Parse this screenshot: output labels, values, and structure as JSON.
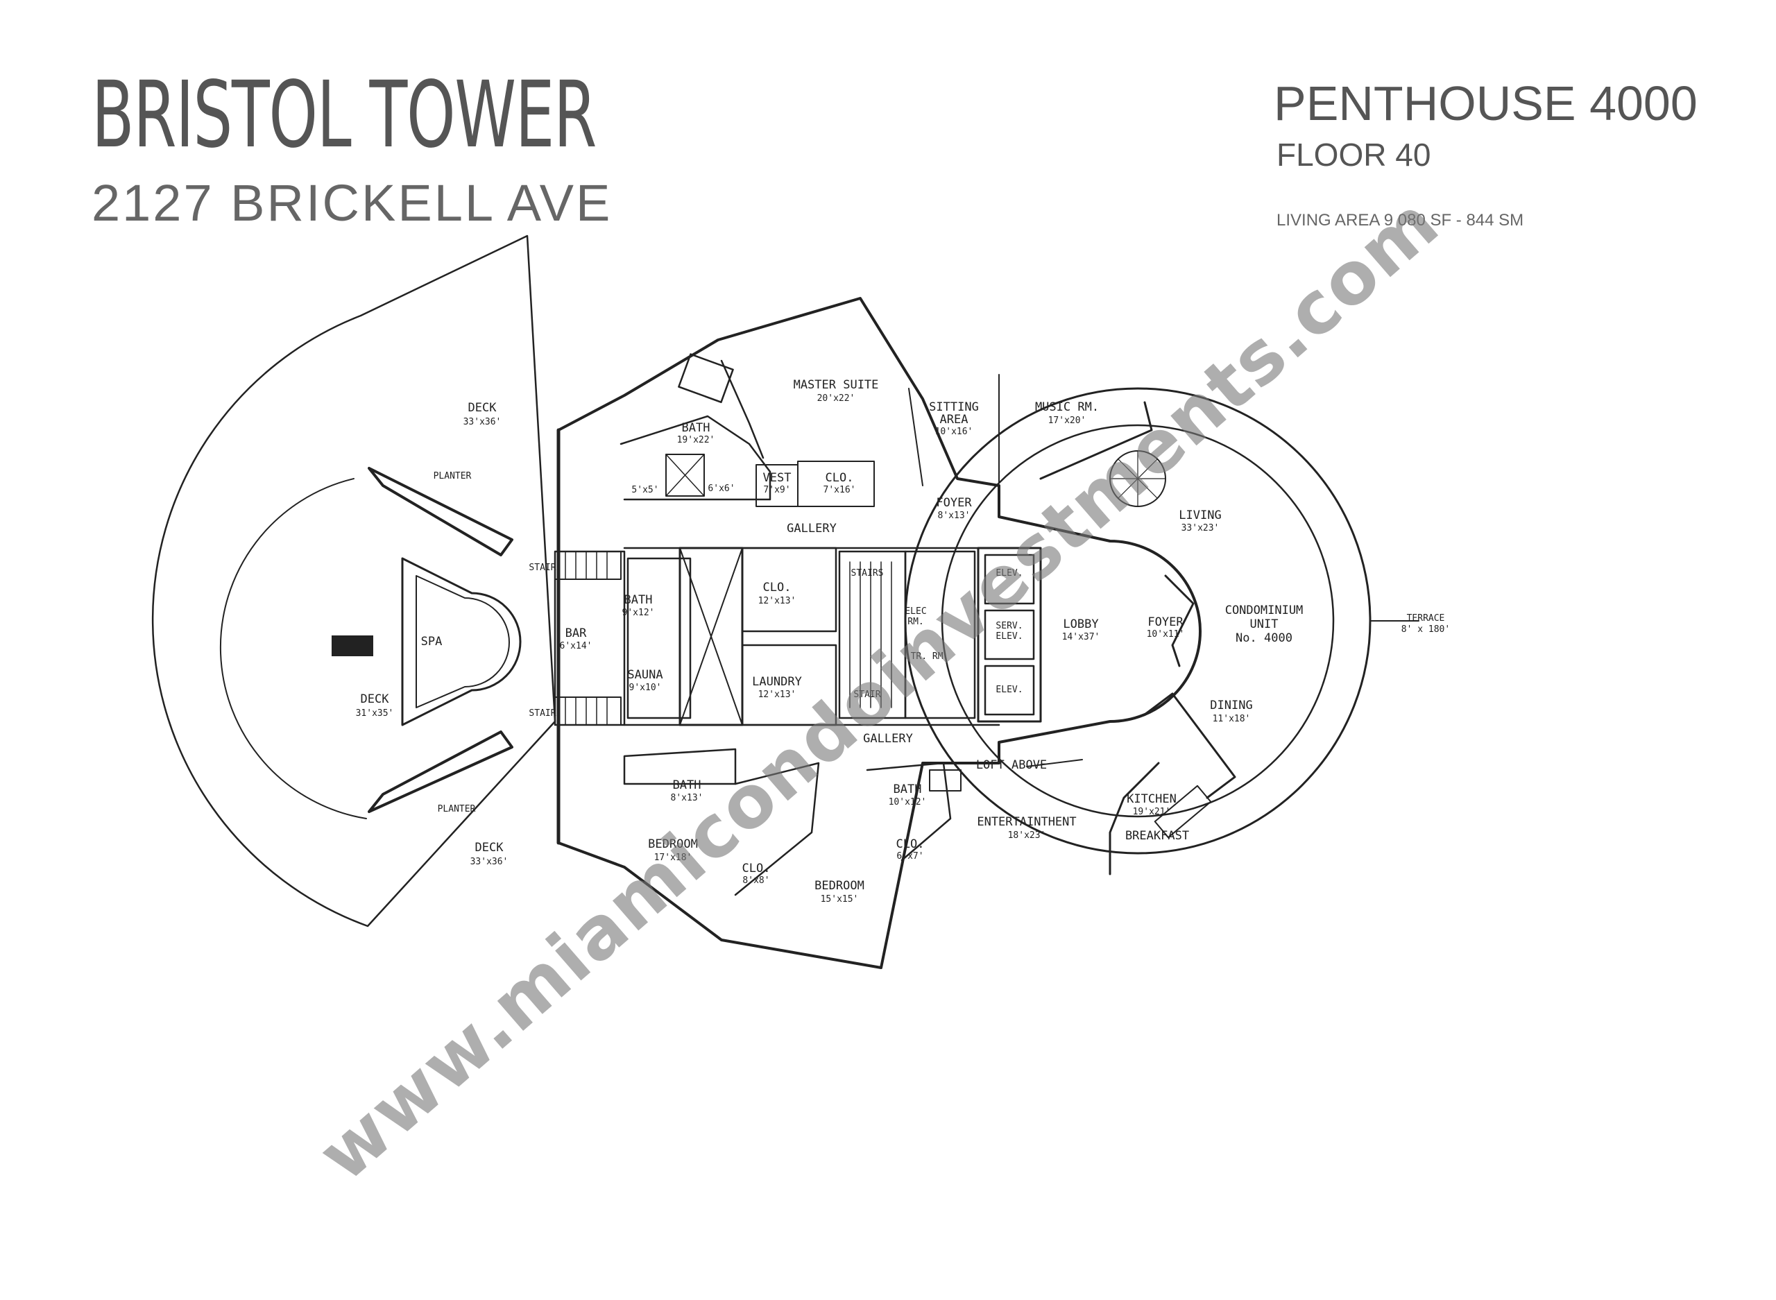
{
  "header": {
    "building": "BRISTOL TOWER",
    "address": "2127 BRICKELL AVE",
    "unit": "PENTHOUSE 4000",
    "floor": "FLOOR 40",
    "living_area": "LIVING AREA 9 080 SF - 844 SM"
  },
  "watermark": "www.miamicondoinvestments.com",
  "rooms": {
    "deck_top": {
      "name": "DECK",
      "dim": "33'x36'"
    },
    "deck_mid": {
      "name": "DECK",
      "dim": "31'x35'"
    },
    "deck_bottom": {
      "name": "DECK",
      "dim": "33'x36'"
    },
    "planter_top": "PLANTER",
    "planter_bottom": "PLANTER",
    "spa": "SPA",
    "stair_top": "STAIR",
    "stair_bottom": "STAIR",
    "bar": {
      "name": "BAR",
      "dim": "6'x14'"
    },
    "bath_center": {
      "name": "BATH",
      "dim": "9'x12'"
    },
    "sauna": {
      "name": "SAUNA",
      "dim": "9'x10'"
    },
    "master_suite": {
      "name": "MASTER SUITE",
      "dim": "20'x22'"
    },
    "master_bath": {
      "name": "BATH",
      "dim": "19'x22'"
    },
    "small_a": "5'x5'",
    "small_b": "6'x6'",
    "vest": {
      "name": "VEST",
      "dim": "7'x9'"
    },
    "clo_master": {
      "name": "CLO.",
      "dim": "7'x16'"
    },
    "sitting": {
      "name": "SITTING",
      "name2": "AREA",
      "dim": "10'x16'"
    },
    "music": {
      "name": "MUSIC RM.",
      "dim": "17'x20'"
    },
    "foyer_top": {
      "name": "FOYER",
      "dim": "8'x13'"
    },
    "gallery_top": "GALLERY",
    "gallery_bottom": "GALLERY",
    "clo_center": {
      "name": "CLO.",
      "dim": "12'x13'"
    },
    "laundry": {
      "name": "LAUNDRY",
      "dim": "12'x13'"
    },
    "stairs": "STAIRS",
    "stair_small": "STAIR",
    "elec": {
      "name": "ELEC",
      "name2": "RM."
    },
    "tr_rm": "TR. RM.",
    "elev_top": "ELEV.",
    "serv_elev": {
      "name": "SERV.",
      "name2": "ELEV."
    },
    "elev_bottom": "ELEV.",
    "lobby": {
      "name": "LOBBY",
      "dim": "14'x37'"
    },
    "foyer_right": {
      "name": "FOYER",
      "dim": "10'x11'"
    },
    "living": {
      "name": "LIVING",
      "dim": "33'x23'"
    },
    "condo": {
      "name": "CONDOMINIUM",
      "name2": "UNIT",
      "name3": "No. 4000"
    },
    "terrace": {
      "name": "TERRACE",
      "dim": "8' x 180'"
    },
    "dining": {
      "name": "DINING",
      "dim": "11'x18'"
    },
    "kitchen": {
      "name": "KITCHEN",
      "dim": "19'x21'"
    },
    "breakfast": "BREAKFAST",
    "loft": "LOFT ABOVE",
    "entertainment": {
      "name": "ENTERTAINTHENT",
      "dim": "18'x23'"
    },
    "bath_left": {
      "name": "BATH",
      "dim": "8'x13'"
    },
    "bedroom_left": {
      "name": "BEDROOM",
      "dim": "17'x18'"
    },
    "clo_left": {
      "name": "CLO.",
      "dim": "8'x8'"
    },
    "bath_right": {
      "name": "BATH",
      "dim": "10'x12'"
    },
    "clo_right": {
      "name": "CLO.",
      "dim": "6'x7'"
    },
    "bedroom_right": {
      "name": "BEDROOM",
      "dim": "15'x15'"
    }
  }
}
